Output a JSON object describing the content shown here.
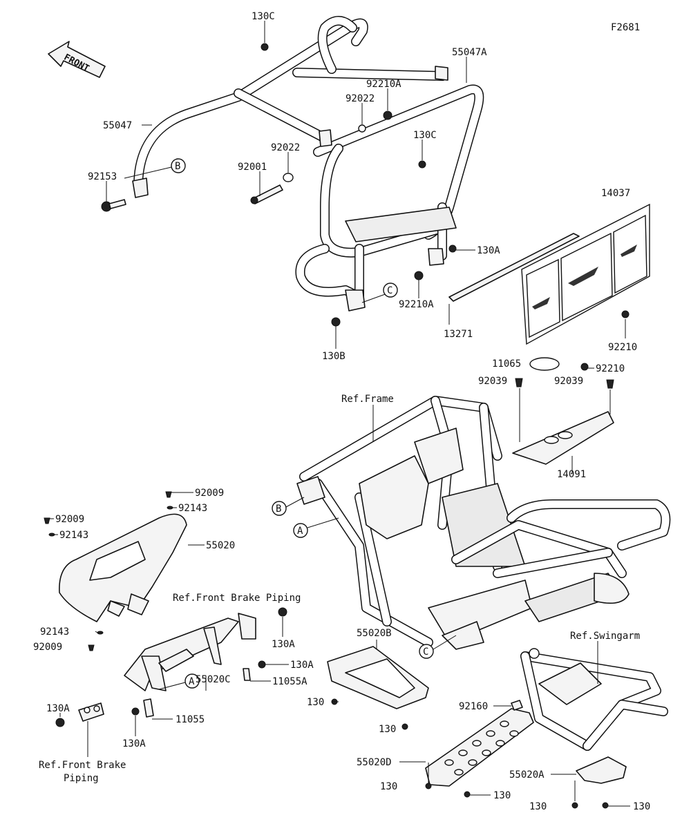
{
  "diagram_id": "F2681",
  "front_label": "FRONT",
  "refs": {
    "frame": "Ref.Frame",
    "front_brake_piping_top": "Ref.Front Brake Piping",
    "front_brake_piping_bottom_1": "Ref.Front Brake",
    "front_brake_piping_bottom_2": "Piping",
    "swingarm": "Ref.Swingarm"
  },
  "markers": {
    "a": "A",
    "b": "B",
    "c": "C"
  },
  "labels": {
    "p130c_top": "130C",
    "p55047a": "55047A",
    "p92210a_top": "92210A",
    "p92022_top": "92022",
    "p55047": "55047",
    "p130c_mid": "130C",
    "p92022_mid": "92022",
    "p92001": "92001",
    "p92153": "92153",
    "p14037": "14037",
    "p130a_upper": "130A",
    "p92210a_low": "92210A",
    "p13271": "13271",
    "p92210_1": "92210",
    "p130b": "130B",
    "p11065": "11065",
    "p92210_2": "92210",
    "p92039_l": "92039",
    "p92039_r": "92039",
    "p14091": "14091",
    "p92009_a": "92009",
    "p92143_a": "92143",
    "p92009_b": "92009",
    "p55020": "55020",
    "p92143_b": "92143",
    "p130a_brk": "130A",
    "p92143_c": "92143",
    "p92009_c": "92009",
    "p130a_mid": "130A",
    "p55020c": "55020C",
    "p11055a": "11055A",
    "p55020b": "55020B",
    "p130_b1": "130",
    "p130a_left": "130A",
    "p11055": "11055",
    "p130a_bot": "130A",
    "p130_b2": "130",
    "p92160": "92160",
    "p55020d": "55020D",
    "p130_d1": "130",
    "p130_d2": "130",
    "p55020a": "55020A",
    "p130_a1": "130",
    "p130_a2": "130"
  }
}
